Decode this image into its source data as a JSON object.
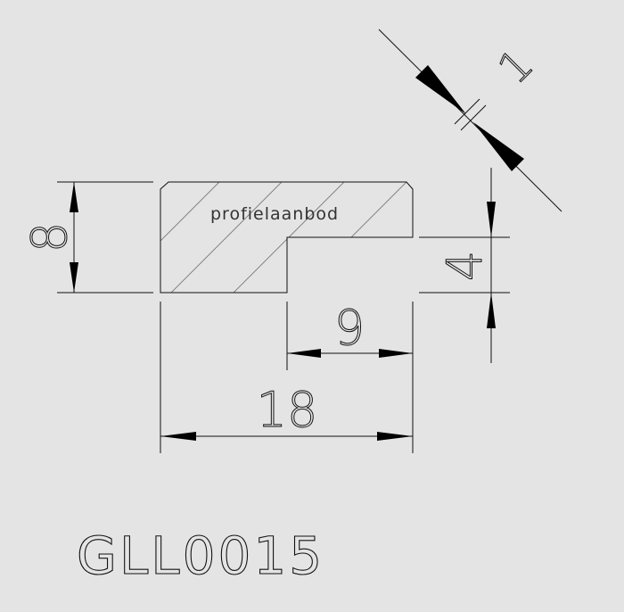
{
  "profile": {
    "watermark": "profielaanbod",
    "code": "GLL0015"
  },
  "dimensions": {
    "height": "8",
    "width": "18",
    "notch_width": "9",
    "notch_height": "4",
    "chamfer": "1"
  },
  "colors": {
    "background": "#e4e4e4",
    "line": "#111111",
    "hatch": "#777777"
  }
}
